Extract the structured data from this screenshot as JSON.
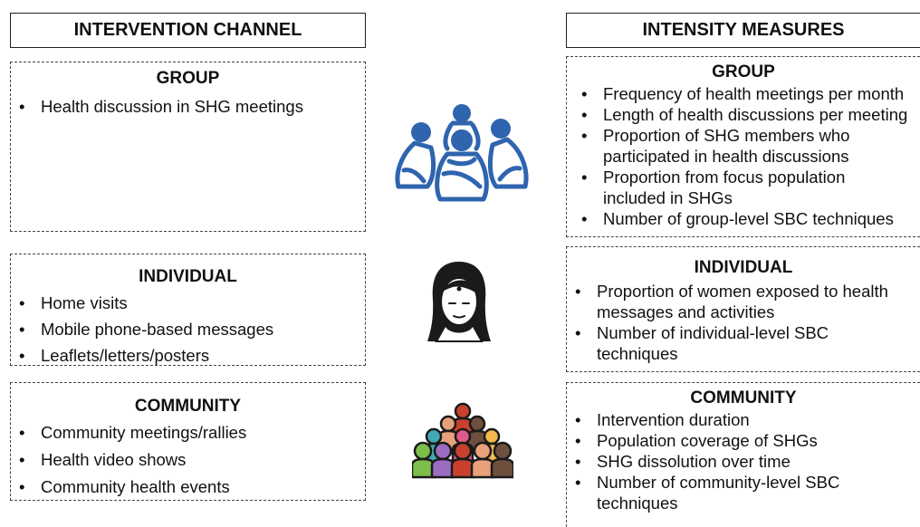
{
  "left_header": "INTERVENTION CHANNEL",
  "right_header": "INTENSITY MEASURES",
  "channels": [
    {
      "title": "GROUP",
      "items": [
        "Health discussion in SHG meetings"
      ]
    },
    {
      "title": "INDIVIDUAL",
      "items": [
        "Home visits",
        "Mobile phone-based messages",
        "Leaflets/letters/posters"
      ]
    },
    {
      "title": "COMMUNITY",
      "items": [
        "Community meetings/rallies",
        "Health video shows",
        "Community health events"
      ]
    }
  ],
  "measures": [
    {
      "title": "GROUP",
      "items": [
        "Frequency of health meetings per month",
        "Length of health discussions per meeting",
        "Proportion of SHG members who participated in health discussions",
        "Proportion from focus population included in SHGs",
        "Number of group-level SBC techniques"
      ]
    },
    {
      "title": "INDIVIDUAL",
      "items": [
        "Proportion of women exposed to health messages and activities",
        "Number of individual-level SBC techniques"
      ]
    },
    {
      "title": "COMMUNITY",
      "items": [
        "Intervention duration",
        "Population coverage of SHGs",
        "SHG dissolution over time",
        "Number of community-level SBC techniques"
      ]
    }
  ],
  "icons": {
    "group": "group-of-women-icon",
    "individual": "woman-face-icon",
    "community": "crowd-icon"
  },
  "colors": {
    "group_icon": "#2f64ae",
    "crowd": [
      "#c8412d",
      "#e8a17a",
      "#6f4f3e",
      "#3fa9b5",
      "#e05a8a",
      "#f2b84b",
      "#7bbf4a",
      "#9b6cc1"
    ]
  }
}
